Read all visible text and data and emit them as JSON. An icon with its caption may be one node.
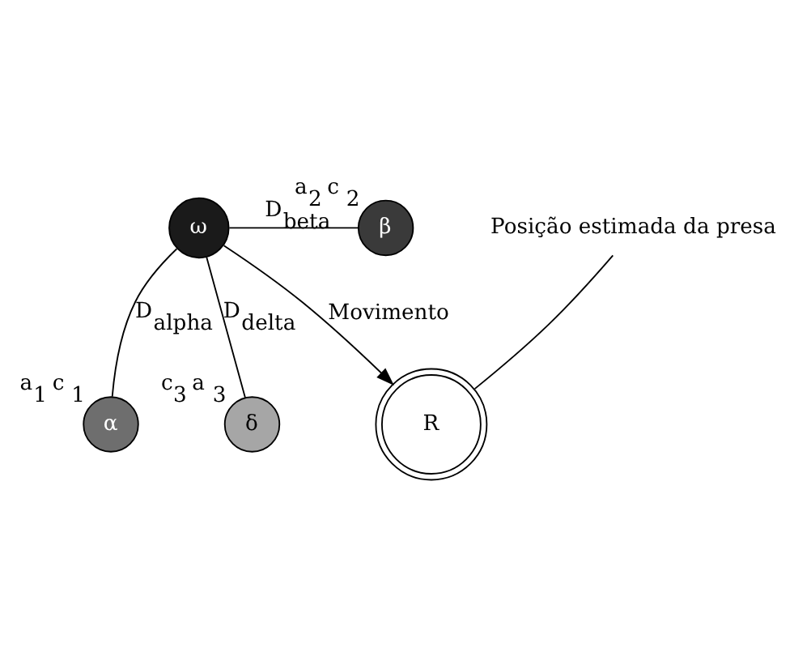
{
  "diagram": {
    "nodes": [
      {
        "text": [
          "β"
        ],
        "beside": [
          "a$_{2}$",
          "c$_{2}$"
        ]
      },
      {
        "text": [
          "ω"
        ]
      },
      {
        "text": [
          "R"
        ]
      },
      {
        "text": [
          "Posição estimada da presa"
        ]
      },
      {
        "text": [
          "α"
        ],
        "beside": [
          "a$_{1}$",
          "c$_{1}$"
        ]
      },
      {
        "text": [
          "δ"
        ],
        "beside": [
          "c$_{3}$",
          "a$_{3}$"
        ]
      }
    ],
    "edges": [
      {
        "from": 1,
        "to": 0,
        "arrow": "none",
        "label": "D$_{beta}$"
      },
      {
        "from": 1,
        "to": 2,
        "arrow": "to",
        "label": "Movimento"
      },
      {
        "from": 3,
        "to": 2,
        "arrow": "none"
      },
      {
        "from": 1,
        "to": 4,
        "arrow": "none",
        "label": "D$_{alpha}$"
      },
      {
        "from": 1,
        "to": 5,
        "arrow": "none",
        "label": "D$_{delta}$"
      }
    ]
  }
}
